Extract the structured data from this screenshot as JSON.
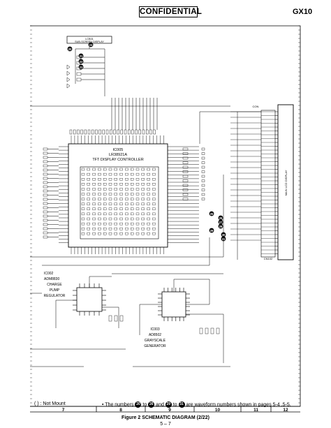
{
  "header": {
    "confidential": "CONFIDENTIAL",
    "model": "GX10"
  },
  "blocks": {
    "ic005": {
      "ref": "IC005",
      "part": "LR38921A",
      "function": "TFT DISPLAY CONTROLLER"
    },
    "ic002": {
      "ref": "IC002",
      "part": "ADM8830",
      "function_lines": [
        "CHARGE",
        "PUMP",
        "REGULATOR"
      ]
    },
    "ic003": {
      "ref": "IC003",
      "part": "AD8502",
      "function_lines": [
        "GRAYSCALE",
        "GENERATOR"
      ]
    },
    "sub_screen": {
      "ref": "LCB01",
      "label": "SUB-SCREEN DISPLAY"
    },
    "main_display": {
      "label": "MAIN LCD DISPLAY",
      "connector": "CN102"
    },
    "con_label": "CON"
  },
  "waveforms": {
    "markers": [
      "20",
      "21",
      "22",
      "23",
      "24",
      "25",
      "26",
      "27",
      "28",
      "29",
      "30",
      "31"
    ]
  },
  "notes": {
    "not_mount": "( ) : Not Mount",
    "waveform_pre": "• The numbers",
    "waveform_to1": "to",
    "waveform_and": "and",
    "waveform_to2": "to",
    "waveform_post": "are waveform numbers shown in pages 5-4 ,5-5.",
    "waveform_refs": [
      "20",
      "26",
      "29",
      "31"
    ]
  },
  "grid": {
    "columns": [
      "7",
      "8",
      "9",
      "10",
      "11",
      "12"
    ]
  },
  "footer": {
    "caption": "Figure 2  SCHEMATIC DIAGRAM (2/22)",
    "page": "5 – 7"
  }
}
